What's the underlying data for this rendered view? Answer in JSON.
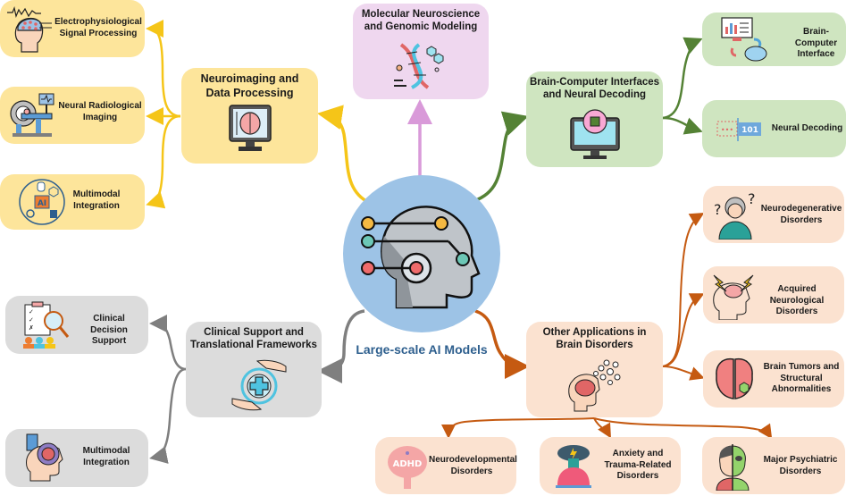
{
  "center": {
    "label": "Large-scale AI Models",
    "circle_color": "#9dc3e6",
    "label_color": "#2e5f8e"
  },
  "colors": {
    "neuroimaging": "#f5c518",
    "molecular": "#d99ad9",
    "bci": "#548235",
    "brain_disorders": "#c55a11",
    "clinical": "#7f7f7f"
  },
  "branches": {
    "neuroimaging": {
      "title": "Neuroimaging and Data Processing",
      "title_line1": "Neuroimaging and",
      "title_line2": "Data Processing",
      "children": [
        {
          "line1": "Electrophysiological",
          "line2": "Signal Processing"
        },
        {
          "line1": "Neural Radiological",
          "line2": "Imaging"
        },
        {
          "line1": "Multimodal",
          "line2": "Integration"
        }
      ]
    },
    "molecular": {
      "title_line1": "Molecular Neuroscience",
      "title_line2": "and Genomic Modeling"
    },
    "bci": {
      "title_line1": "Brain-Computer Interfaces",
      "title_line2": "and Neural Decoding",
      "children": [
        {
          "line1": "Brain-Computer",
          "line2": "Interface"
        },
        {
          "line1": "Neural Decoding",
          "line2": ""
        }
      ],
      "decoding_badge": "101"
    },
    "brain_disorders": {
      "title_line1": "Other Applications in",
      "title_line2": "Brain Disorders",
      "children": [
        {
          "line1": "Neurodegenerative",
          "line2": "Disorders"
        },
        {
          "line1": "Acquired Neurological",
          "line2": "Disorders"
        },
        {
          "line1": "Brain Tumors and",
          "line2": "Structural",
          "line3": "Abnormalities"
        },
        {
          "line1": "Neurodevelopmental",
          "line2": "Disorders"
        },
        {
          "line1": "Anxiety and",
          "line2": "Trauma-Related",
          "line3": "Disorders"
        },
        {
          "line1": "Major Psychiatric",
          "line2": "Disorders"
        }
      ],
      "adhd_label": "ADHD"
    },
    "clinical": {
      "title_line1": "Clinical Support and",
      "title_line2": "Translational Frameworks",
      "children": [
        {
          "line1": "Clinical Decision",
          "line2": "Support"
        },
        {
          "line1": "Multimodal",
          "line2": "Integration"
        }
      ]
    }
  }
}
